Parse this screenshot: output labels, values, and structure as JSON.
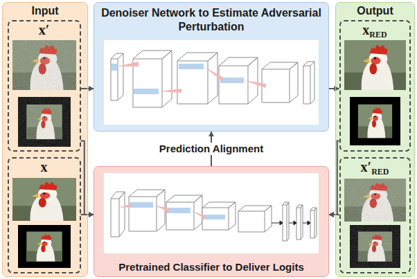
{
  "diagram": {
    "nodes": [
      {
        "text": [
          "Input"
        ]
      },
      {
        "text": [
          "x′"
        ],
        "in": 0
      },
      {
        "text": [
          "x"
        ],
        "in": 0
      },
      {
        "text": [
          "Denoiser Network to Estimate Adversarial Perturbation"
        ]
      },
      {
        "text": [
          "Pretrained Classifier to Deliver Logits"
        ]
      },
      {
        "text": [
          "Output"
        ]
      },
      {
        "text": [
          "x",
          "RED"
        ],
        "in": 5
      },
      {
        "text": [
          "x′",
          "RED"
        ],
        "in": 5
      }
    ],
    "edges": [
      {
        "from": 1,
        "to": 3,
        "arrow": "to"
      },
      {
        "from": 3,
        "to": 6,
        "arrow": "to"
      },
      {
        "from": 1,
        "to": 4,
        "arrow": "to"
      },
      {
        "from": 2,
        "to": 4,
        "arrow": "to"
      },
      {
        "from": 6,
        "to": 4,
        "arrow": "to"
      },
      {
        "from": 7,
        "to": 4,
        "arrow": "to"
      },
      {
        "from": 4,
        "to": 3,
        "label": "Prediction Alignment",
        "arrow": "to"
      }
    ]
  }
}
